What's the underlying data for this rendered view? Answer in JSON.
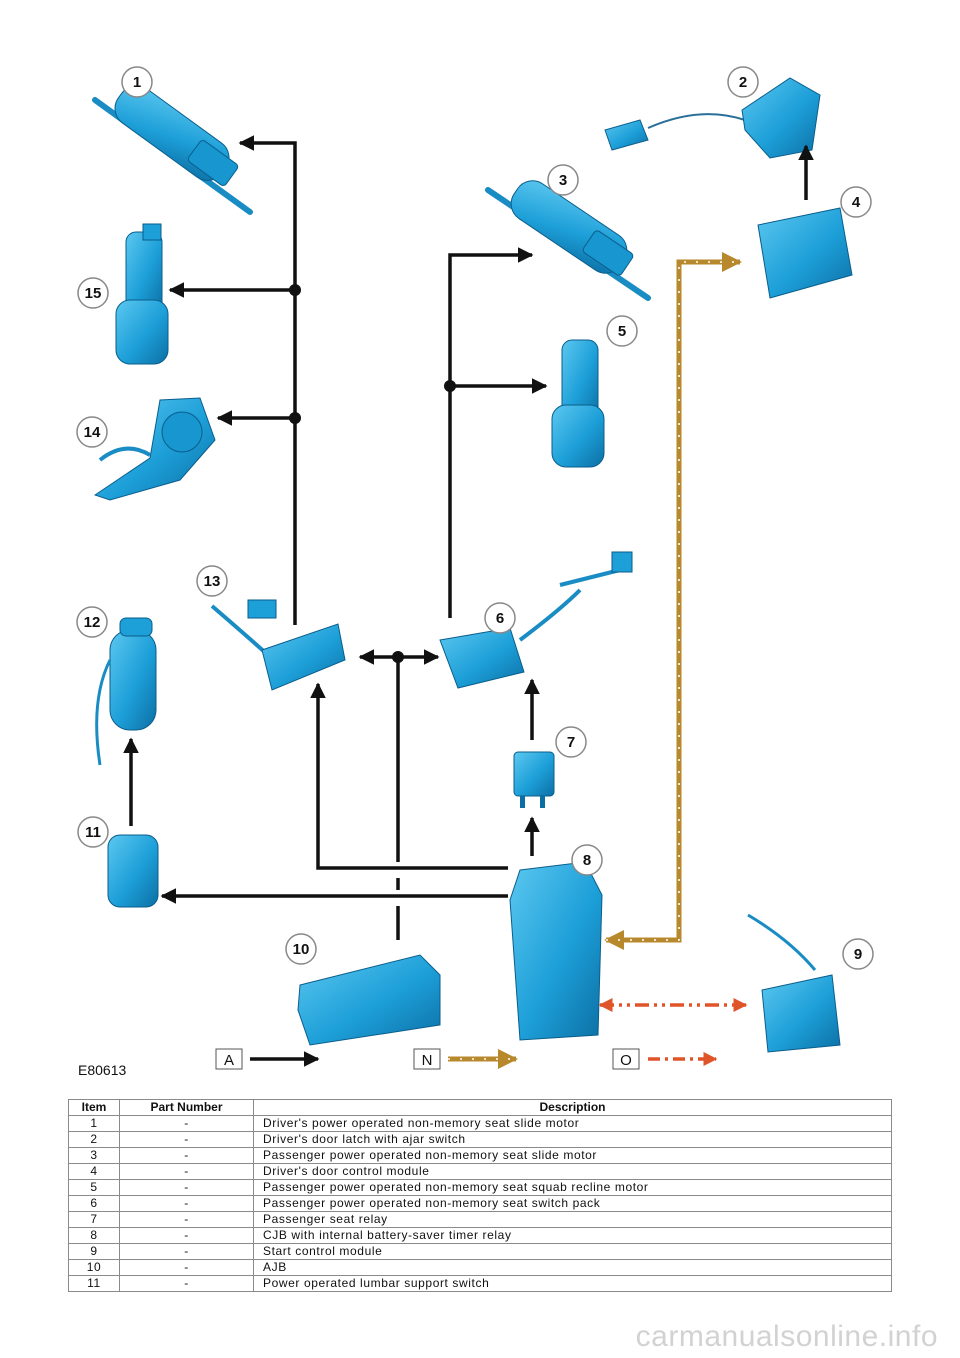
{
  "figure_id": "E80613",
  "callouts": [
    "1",
    "2",
    "3",
    "4",
    "5",
    "6",
    "7",
    "8",
    "9",
    "10",
    "11",
    "12",
    "13",
    "14",
    "15"
  ],
  "key": [
    {
      "letter": "A"
    },
    {
      "letter": "N"
    },
    {
      "letter": "O"
    }
  ],
  "colors": {
    "component_fill": "#1d9fd8",
    "component_dark": "#0c6fa4",
    "hardwire": "#111111",
    "lin_bus": "#b8882c",
    "can_bus": "#e0542a"
  },
  "table": {
    "headers": [
      "Item",
      "Part Number",
      "Description"
    ],
    "rows": [
      {
        "item": "1",
        "part": "-",
        "desc": "Driver's power operated non-memory seat slide motor"
      },
      {
        "item": "2",
        "part": "-",
        "desc": "Driver's door latch with ajar switch"
      },
      {
        "item": "3",
        "part": "-",
        "desc": "Passenger power operated non-memory seat slide motor"
      },
      {
        "item": "4",
        "part": "-",
        "desc": "Driver's door control module"
      },
      {
        "item": "5",
        "part": "-",
        "desc": "Passenger power operated non-memory seat squab recline motor"
      },
      {
        "item": "6",
        "part": "-",
        "desc": "Passenger power operated non-memory seat switch pack"
      },
      {
        "item": "7",
        "part": "-",
        "desc": "Passenger seat relay"
      },
      {
        "item": "8",
        "part": "-",
        "desc": "CJB with internal battery-saver timer relay"
      },
      {
        "item": "9",
        "part": "-",
        "desc": "Start control module"
      },
      {
        "item": "10",
        "part": "-",
        "desc": "AJB"
      },
      {
        "item": "11",
        "part": "-",
        "desc": "Power operated lumbar support switch"
      }
    ]
  },
  "watermark": "carmanualsonline.info"
}
